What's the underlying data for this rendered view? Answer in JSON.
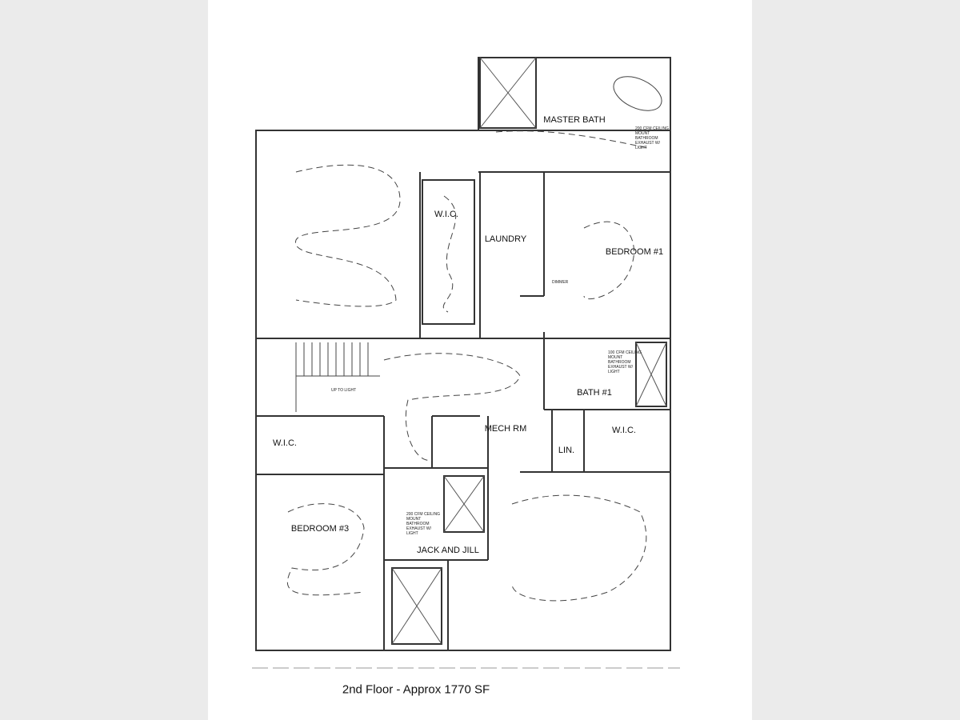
{
  "plan": {
    "caption": "2nd Floor - Approx 1770 SF",
    "rooms": {
      "master_bath": "MASTER BATH",
      "wic_top": "W.I.C.",
      "laundry": "LAUNDRY",
      "bedroom1": "BEDROOM #1",
      "bath1": "BATH #1",
      "mech_rm": "MECH RM",
      "linen": "LIN.",
      "wic_right": "W.I.C.",
      "wic_left": "W.I.C.",
      "bedroom3": "BEDROOM #3",
      "jack_and_jill": "JACK AND JILL"
    },
    "notes": {
      "exhaust_master": "200 CFM CEILING MOUNT BATHROOM EXHAUST W/ LIGHT",
      "exhaust_bath1": "100 CFM CEILING MOUNT BATHROOM EXHAUST W/ LIGHT",
      "exhaust_jj": "200 CFM CEILING MOUNT BATHROOM EXHAUST W/ LIGHT",
      "up_to_light": "UP TO LIGHT",
      "dimmer": "DIMMER"
    }
  }
}
